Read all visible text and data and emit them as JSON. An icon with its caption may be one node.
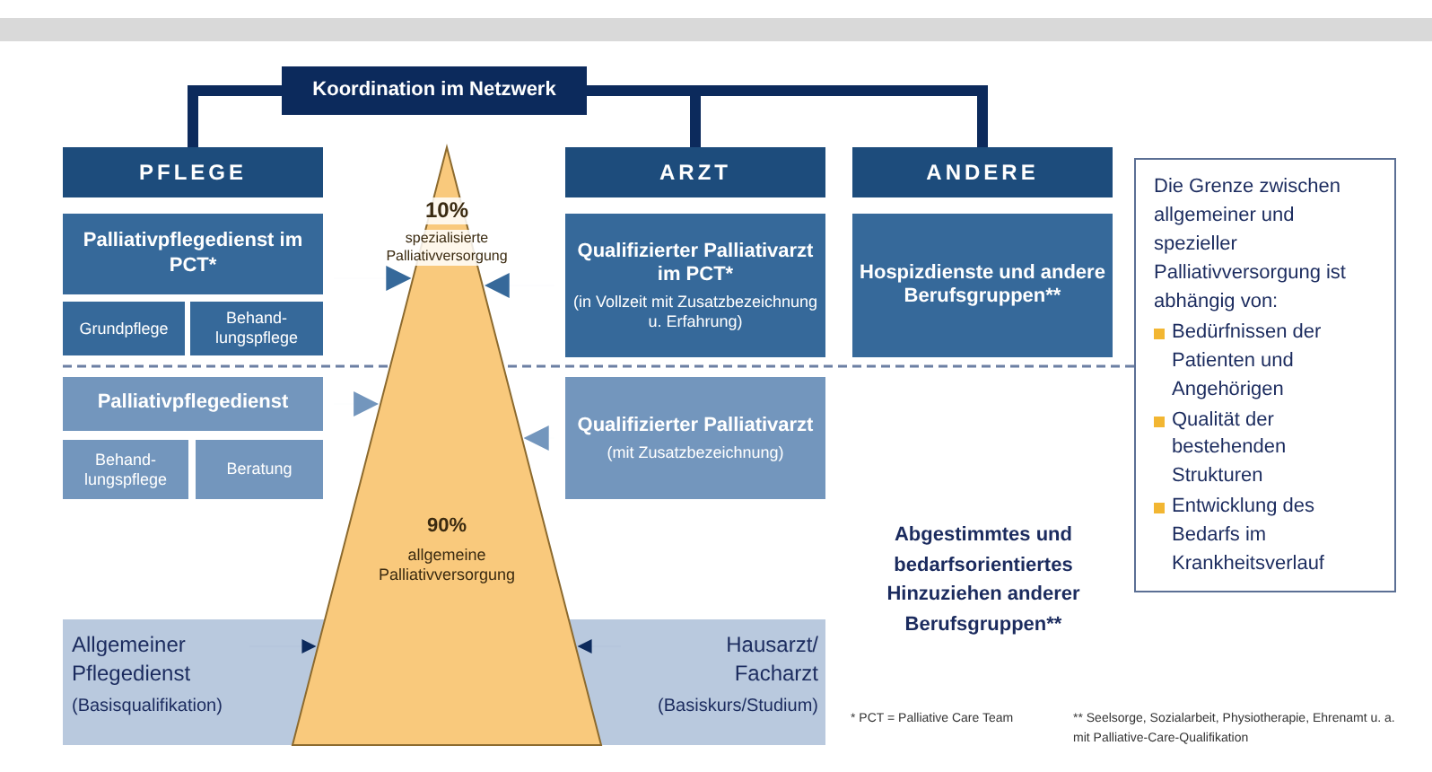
{
  "diagram": {
    "nodes": [
      {
        "text": [
          "Koordination im Netzwerk"
        ]
      },
      {
        "text": [
          "PFLEGE"
        ]
      },
      {
        "text": [
          "ARZT"
        ]
      },
      {
        "text": [
          "ANDERE"
        ]
      },
      {
        "text": [
          "Palliativpflegedienst im PCT*"
        ]
      },
      {
        "text": [
          "Grundpflege"
        ]
      },
      {
        "text": [
          "Behand- lungspflege"
        ]
      },
      {
        "text": [
          "10%",
          "spezialisierte Palliativversorgung",
          "90%",
          "allgemeine Palliativversorgung"
        ]
      },
      {
        "text": [
          "Qualifizierter Palliativarzt im PCT*",
          "(in Vollzeit mit Zusatzbezeichnung u. Erfahrung)"
        ]
      },
      {
        "text": [
          "Hospizdienste und andere Berufsgruppen**"
        ]
      },
      {
        "text": [
          "Palliativpflegedienst"
        ]
      },
      {
        "text": [
          "Behand- lungspflege"
        ]
      },
      {
        "text": [
          "Beratung"
        ]
      },
      {
        "text": [
          "Qualifizierter Palliativarzt",
          "(mit Zusatzbezeichnung)"
        ]
      },
      {
        "text": [
          "Allgemeiner Pflegedienst",
          "(Basisqualifikation)"
        ]
      },
      {
        "text": [
          "Hausarzt/ Facharzt",
          "(Basiskurs/Studium)"
        ]
      },
      {
        "text": [
          "Die Grenze zwischen allgemeiner und spezieller Palliativversorgung ist abhängig von:",
          "Bedürfnissen der Patienten und Angehörigen",
          "Qualität der bestehenden Strukturen",
          "Entwicklung des Bedarfs im Krankheitsverlauf"
        ]
      }
    ],
    "edges": [
      {
        "from": 0,
        "to": 1,
        "arrow": "none",
        "style": "thick"
      },
      {
        "from": 0,
        "to": 2,
        "arrow": "none",
        "style": "thick"
      },
      {
        "from": 0,
        "to": 3,
        "arrow": "none",
        "style": "thick"
      },
      {
        "from": 4,
        "to": 7,
        "arrow": "to",
        "color": "#36699a"
      },
      {
        "from": 8,
        "to": 7,
        "arrow": "to",
        "color": "#36699a"
      },
      {
        "from": 10,
        "to": 7,
        "arrow": "to",
        "color": "#7396bd"
      },
      {
        "from": 13,
        "to": 7,
        "arrow": "to",
        "color": "#7396bd"
      },
      {
        "from": 14,
        "to": 7,
        "arrow": "to"
      },
      {
        "from": 15,
        "to": 7,
        "arrow": "to"
      }
    ],
    "labels": [
      "Abgestimmtes und bedarfsorientiertes Hinzuziehen anderer Berufsgruppen**",
      "* PCT = Palliative Care Team",
      "** Seelsorge, Sozialarbeit, Physiotherapie, Ehrenamt u. a. mit Palliative-Care-Qualifikation"
    ]
  }
}
